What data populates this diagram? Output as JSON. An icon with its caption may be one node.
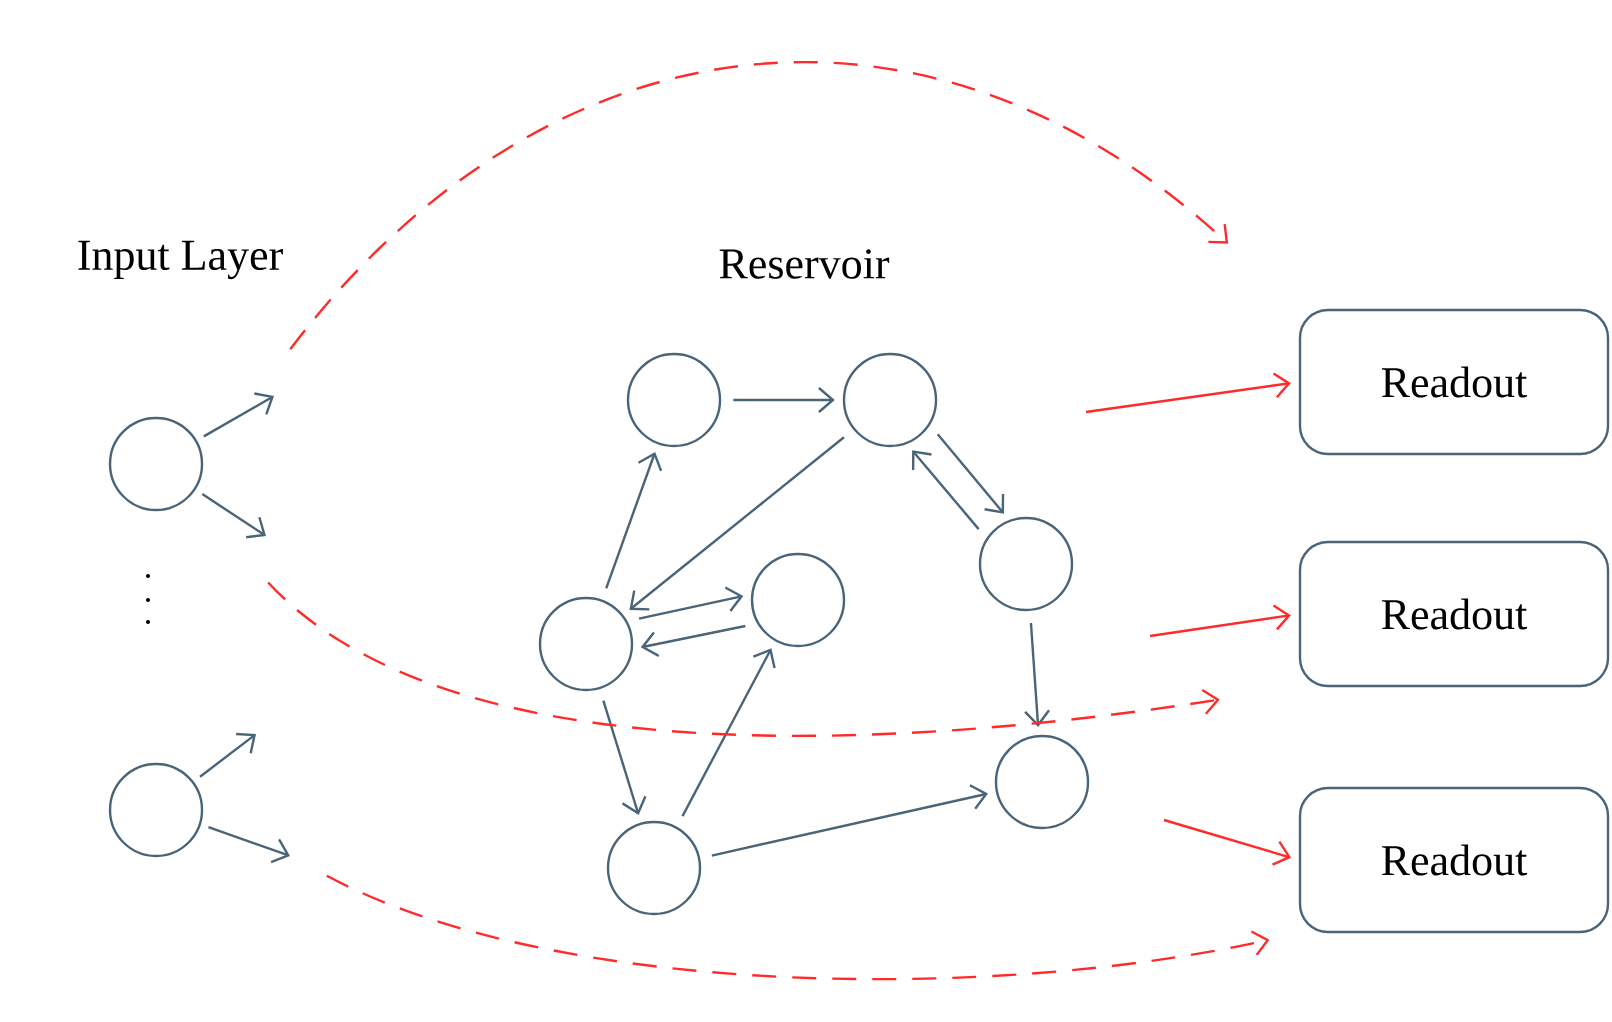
{
  "diagram": {
    "nodes": [
      {
        "text": [],
        "shape": "circle"
      },
      {
        "text": [],
        "shape": "circle"
      },
      {
        "text": [],
        "shape": "circle"
      },
      {
        "text": [],
        "shape": "circle"
      },
      {
        "text": [],
        "shape": "circle"
      },
      {
        "text": [],
        "shape": "circle"
      },
      {
        "text": [],
        "shape": "circle"
      },
      {
        "text": [],
        "shape": "circle"
      },
      {
        "text": [],
        "shape": "circle"
      },
      {
        "text": [
          "Readout"
        ]
      },
      {
        "text": [
          "Readout"
        ]
      },
      {
        "text": [
          "Readout"
        ]
      }
    ],
    "edges": [
      {
        "from": 0,
        "to": null,
        "arrow": "to"
      },
      {
        "from": 0,
        "to": null,
        "arrow": "to"
      },
      {
        "from": 1,
        "to": null,
        "arrow": "to"
      },
      {
        "from": 1,
        "to": null,
        "arrow": "to"
      },
      {
        "from": 2,
        "to": 3,
        "arrow": "to"
      },
      {
        "from": 3,
        "to": 4,
        "arrow": "to"
      },
      {
        "from": 4,
        "to": 3,
        "arrow": "to"
      },
      {
        "from": 3,
        "to": 5,
        "arrow": "to"
      },
      {
        "from": 5,
        "to": 2,
        "arrow": "to"
      },
      {
        "from": 5,
        "to": 6,
        "arrow": "to"
      },
      {
        "from": 6,
        "to": 5,
        "arrow": "to"
      },
      {
        "from": 5,
        "to": 7,
        "arrow": "to"
      },
      {
        "from": 7,
        "to": 6,
        "arrow": "to"
      },
      {
        "from": 7,
        "to": 8,
        "arrow": "to"
      },
      {
        "from": 4,
        "to": 8,
        "arrow": "to"
      },
      {
        "from": null,
        "to": 9,
        "arrow": "to",
        "color": "#ff2a2a"
      },
      {
        "from": null,
        "to": 10,
        "arrow": "to",
        "color": "#ff2a2a"
      },
      {
        "from": null,
        "to": 11,
        "arrow": "to",
        "color": "#ff2a2a"
      },
      {
        "from": 0,
        "to": 9,
        "arrow": "to",
        "style": "dashed",
        "color": "#ff2a2a"
      },
      {
        "from": 0,
        "to": 10,
        "arrow": "to",
        "style": "dashed",
        "color": "#ff2a2a"
      },
      {
        "from": 1,
        "to": 11,
        "arrow": "to",
        "style": "dashed",
        "color": "#ff2a2a"
      }
    ],
    "labels": [
      "Input Layer",
      "Reservoir"
    ]
  }
}
